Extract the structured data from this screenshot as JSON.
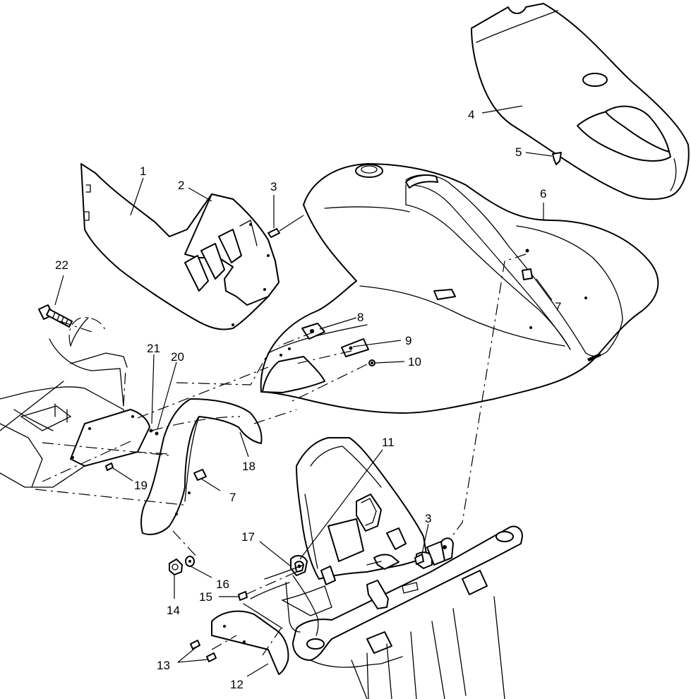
{
  "callouts": [
    {
      "id": "c1",
      "label": "1"
    },
    {
      "id": "c2",
      "label": "2"
    },
    {
      "id": "c3a",
      "label": "3"
    },
    {
      "id": "c3b",
      "label": "3"
    },
    {
      "id": "c4",
      "label": "4"
    },
    {
      "id": "c5",
      "label": "5"
    },
    {
      "id": "c6",
      "label": "6"
    },
    {
      "id": "c7a",
      "label": "7"
    },
    {
      "id": "c7b",
      "label": "7"
    },
    {
      "id": "c8",
      "label": "8"
    },
    {
      "id": "c9",
      "label": "9"
    },
    {
      "id": "c10",
      "label": "10"
    },
    {
      "id": "c11",
      "label": "11"
    },
    {
      "id": "c12",
      "label": "12"
    },
    {
      "id": "c13",
      "label": "13"
    },
    {
      "id": "c14",
      "label": "14"
    },
    {
      "id": "c15",
      "label": "15"
    },
    {
      "id": "c16",
      "label": "16"
    },
    {
      "id": "c17",
      "label": "17"
    },
    {
      "id": "c18",
      "label": "18"
    },
    {
      "id": "c19",
      "label": "19"
    },
    {
      "id": "c20",
      "label": "20"
    },
    {
      "id": "c21",
      "label": "21"
    },
    {
      "id": "c22",
      "label": "22"
    }
  ]
}
